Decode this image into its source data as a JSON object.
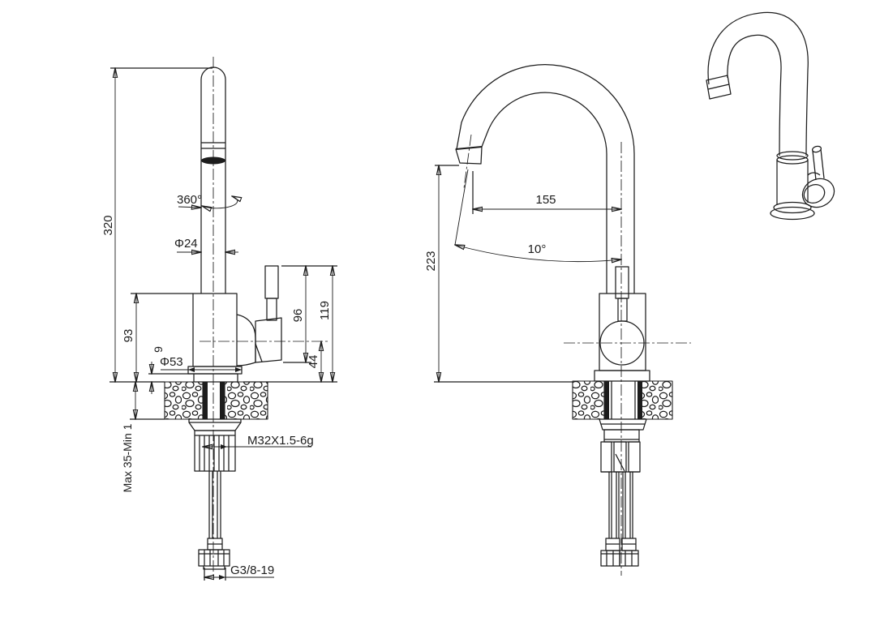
{
  "colors": {
    "line": "#1c1c1c",
    "background": "#ffffff"
  },
  "side_view": {
    "overall_height": "320",
    "swivel_angle": "360°",
    "spout_diameter": "Φ24",
    "body_height": "93",
    "base_height": "9",
    "base_diameter": "Φ53",
    "handle_to_housing": "96",
    "handle_overall": "119",
    "valve_center_height": "44",
    "deck_thickness": "Max 35-Min 1",
    "shank_thread": "M32X1.5-6g",
    "inlet_thread": "G3/8-19"
  },
  "front_view": {
    "outlet_height": "223",
    "spout_reach": "155",
    "outlet_angle": "10°"
  }
}
